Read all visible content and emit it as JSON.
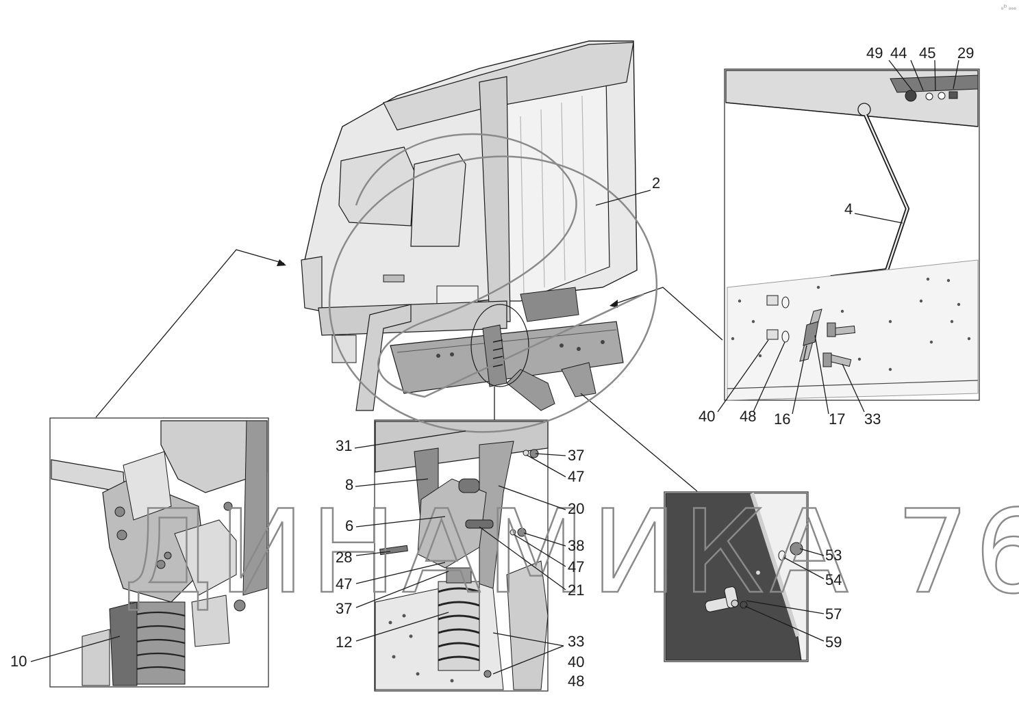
{
  "corner_mark": "ₒᴰ ₒₒₒ",
  "watermark": "ДИНАМИКА 76",
  "colors": {
    "line": "#1a1a1a",
    "part_light": "#e9e9e9",
    "part_mid": "#bdbdbd",
    "part_dark": "#6e6e6e",
    "plate_dark": "#4a4a4a",
    "watermark": "#8a8a8a"
  },
  "labels": {
    "l2": "2",
    "l4": "4",
    "l49": "49",
    "l44": "44",
    "l45": "45",
    "l29": "29",
    "l40a": "40",
    "l48a": "48",
    "l16": "16",
    "l17": "17",
    "l33a": "33",
    "l31": "31",
    "l37a": "37",
    "l47a": "47",
    "l8": "8",
    "l20": "20",
    "l6": "6",
    "l38": "38",
    "l28": "28",
    "l47b": "47",
    "l47c": "47",
    "l21": "21",
    "l37b": "37",
    "l12": "12",
    "l33b": "33",
    "l40b": "40",
    "l48b": "48",
    "l10": "10",
    "l53": "53",
    "l54": "54",
    "l57": "57",
    "l59": "59"
  }
}
